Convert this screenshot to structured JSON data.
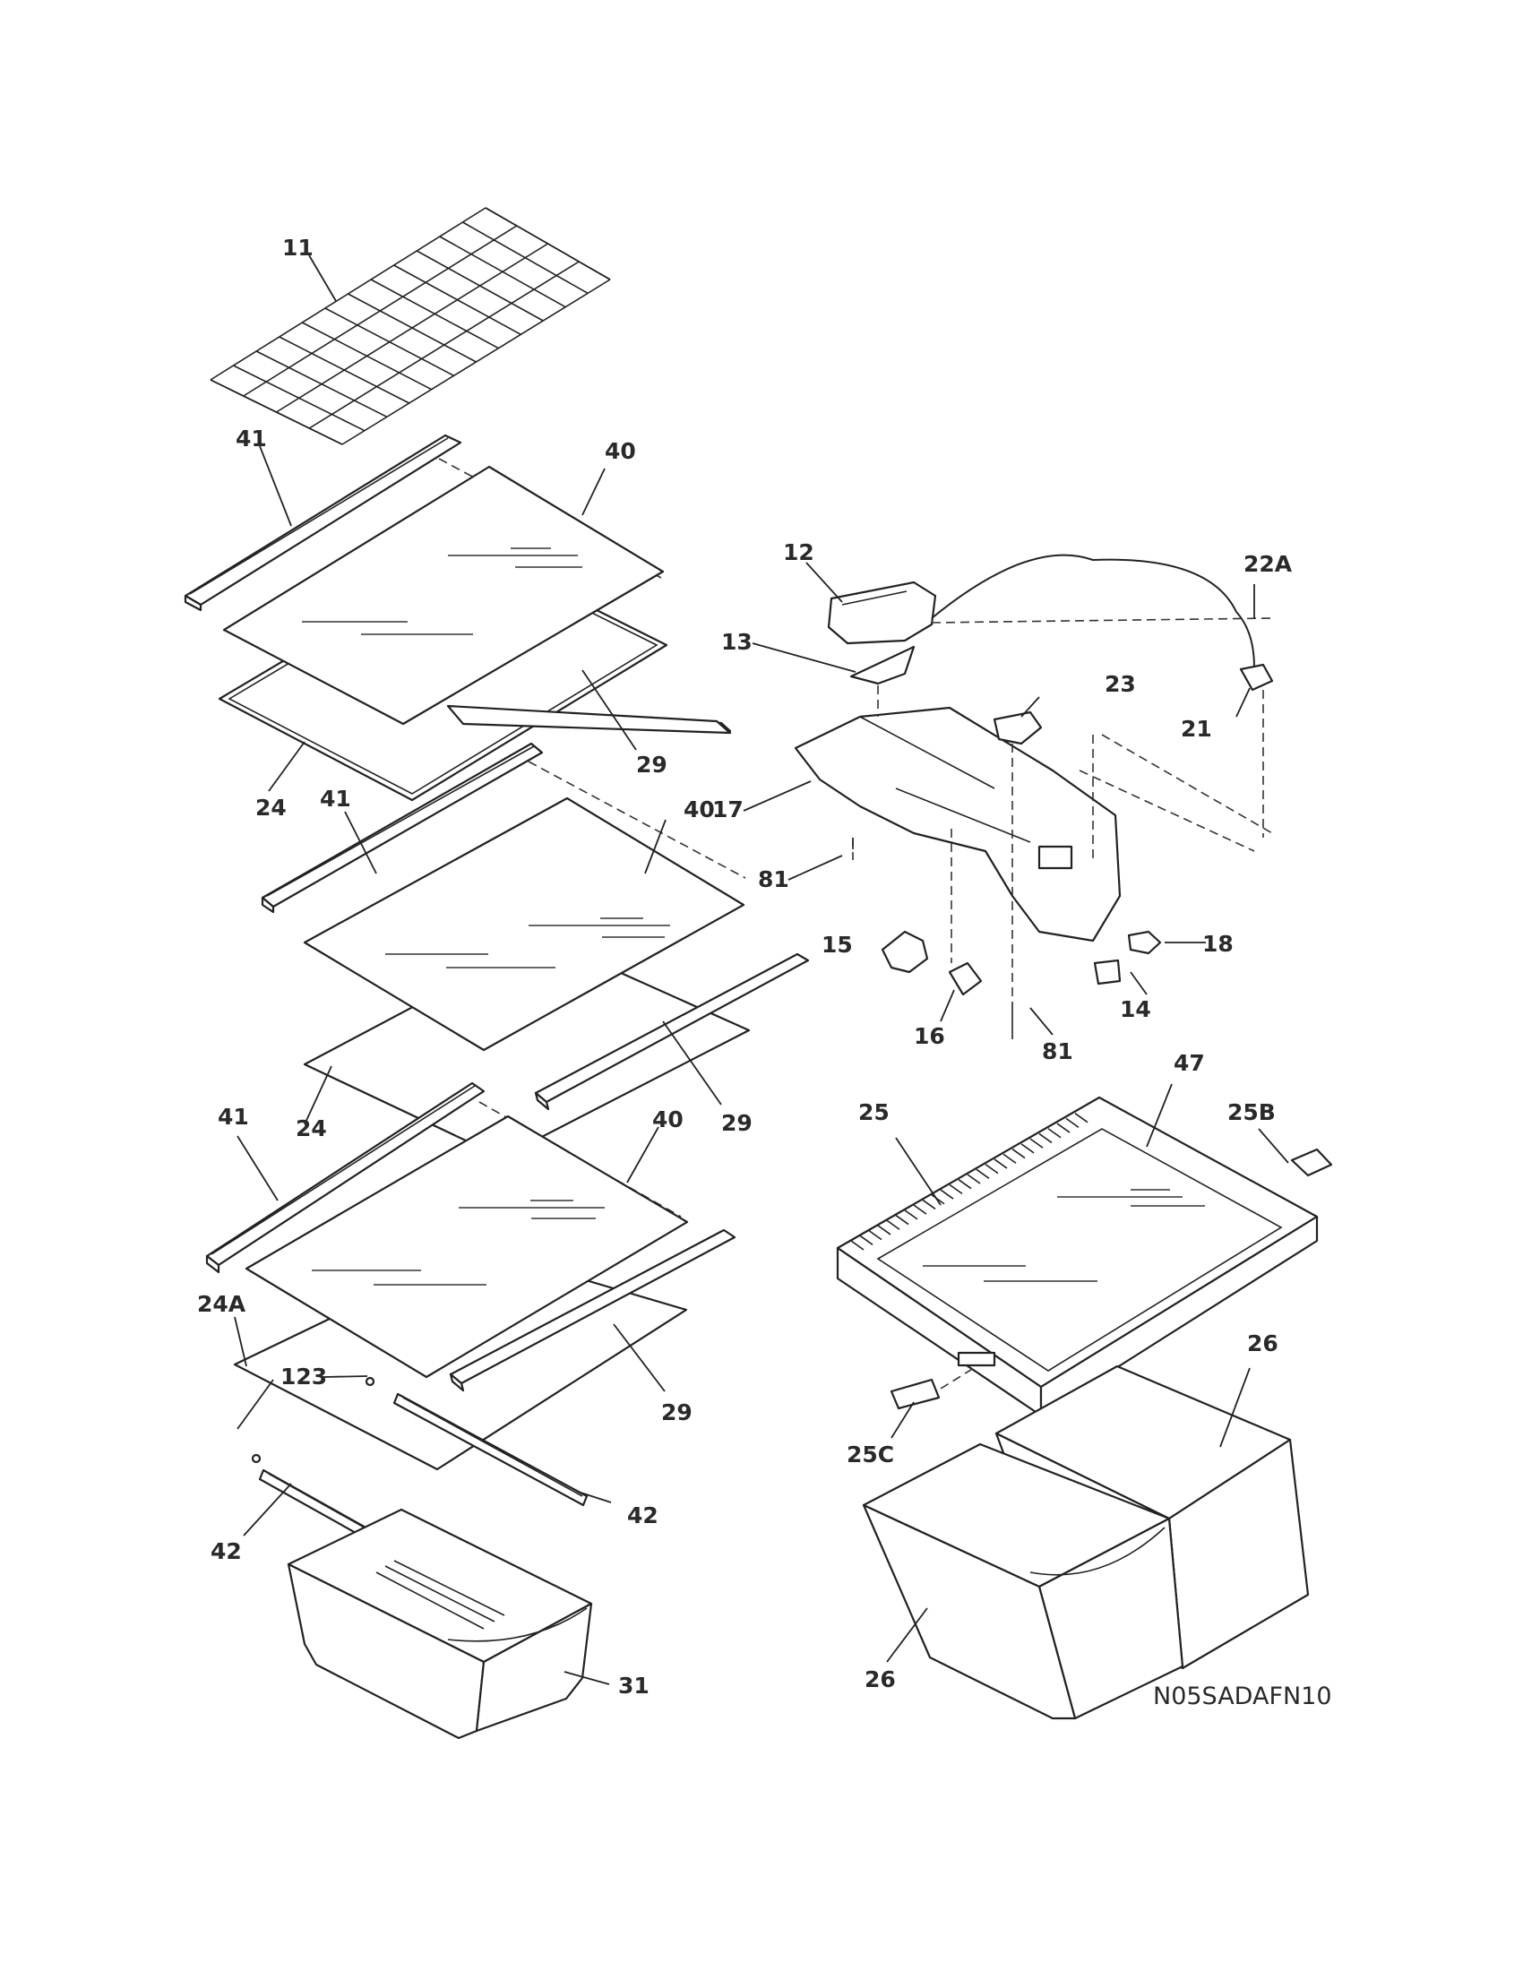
{
  "diagram": {
    "callouts": {
      "c11": "11",
      "c41a": "41",
      "c40a": "40",
      "c29a": "29",
      "c24a": "24",
      "c41b": "41",
      "c40b": "40",
      "c29b": "29",
      "c24b": "24",
      "c41c": "41",
      "c40c": "40",
      "c29c": "29",
      "c24A": "24A",
      "c123": "123",
      "c42a": "42",
      "c42b": "42",
      "c31": "31",
      "c12": "12",
      "c13": "13",
      "c17": "17",
      "c81a": "81",
      "c15": "15",
      "c16": "16",
      "c81b": "81",
      "c14": "14",
      "c18": "18",
      "c21": "21",
      "c22A": "22A",
      "c23": "23",
      "c47": "47",
      "c25": "25",
      "c25B": "25B",
      "c25C": "25C",
      "c26a": "26",
      "c26b": "26"
    },
    "drawing_code": "N05SADAFN10"
  }
}
